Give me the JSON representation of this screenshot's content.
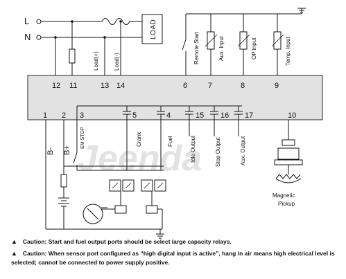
{
  "watermark": "Jeenda",
  "rails": {
    "live": "L",
    "neutral": "N"
  },
  "load_box": "LOAD",
  "inputs": {
    "remote_start": "Remote Start",
    "aux_input": "Aux. Input",
    "op_input": "OP Input",
    "temp_input": "Temp. Input"
  },
  "top_terminals": {
    "t12": "12",
    "t11": "11",
    "t13": "13",
    "t14": "14",
    "t6": "6",
    "t7": "7",
    "t8": "8",
    "t9": "9",
    "load_plus": "Load(+)",
    "load_minus": "Load(-)"
  },
  "bottom_terminals": {
    "t1": "1",
    "t2": "2",
    "t3": "3",
    "t5": "5",
    "t4": "4",
    "t15": "15",
    "t16": "16",
    "t17": "17",
    "t10": "10",
    "b_minus": "B-",
    "b_plus": "B+",
    "em_stop": "EM STOP",
    "crank": "Crank",
    "fuel": "Fuel",
    "idle_output": "Idle Output",
    "stop_output": "Stop Output",
    "aux_output": "Aux. Output",
    "magnetic_pickup_line1": "Magnetic",
    "magnetic_pickup_line2": "Pickup"
  },
  "cautions": {
    "warning_symbol": "▲",
    "line1": "Caution: Start and fuel output ports should be select large capacity relays.",
    "line2": "Caution: When sensor port configured as “high digital input is active”, hang in air means high electrical level is selected; cannot be connected to power supply positive."
  }
}
